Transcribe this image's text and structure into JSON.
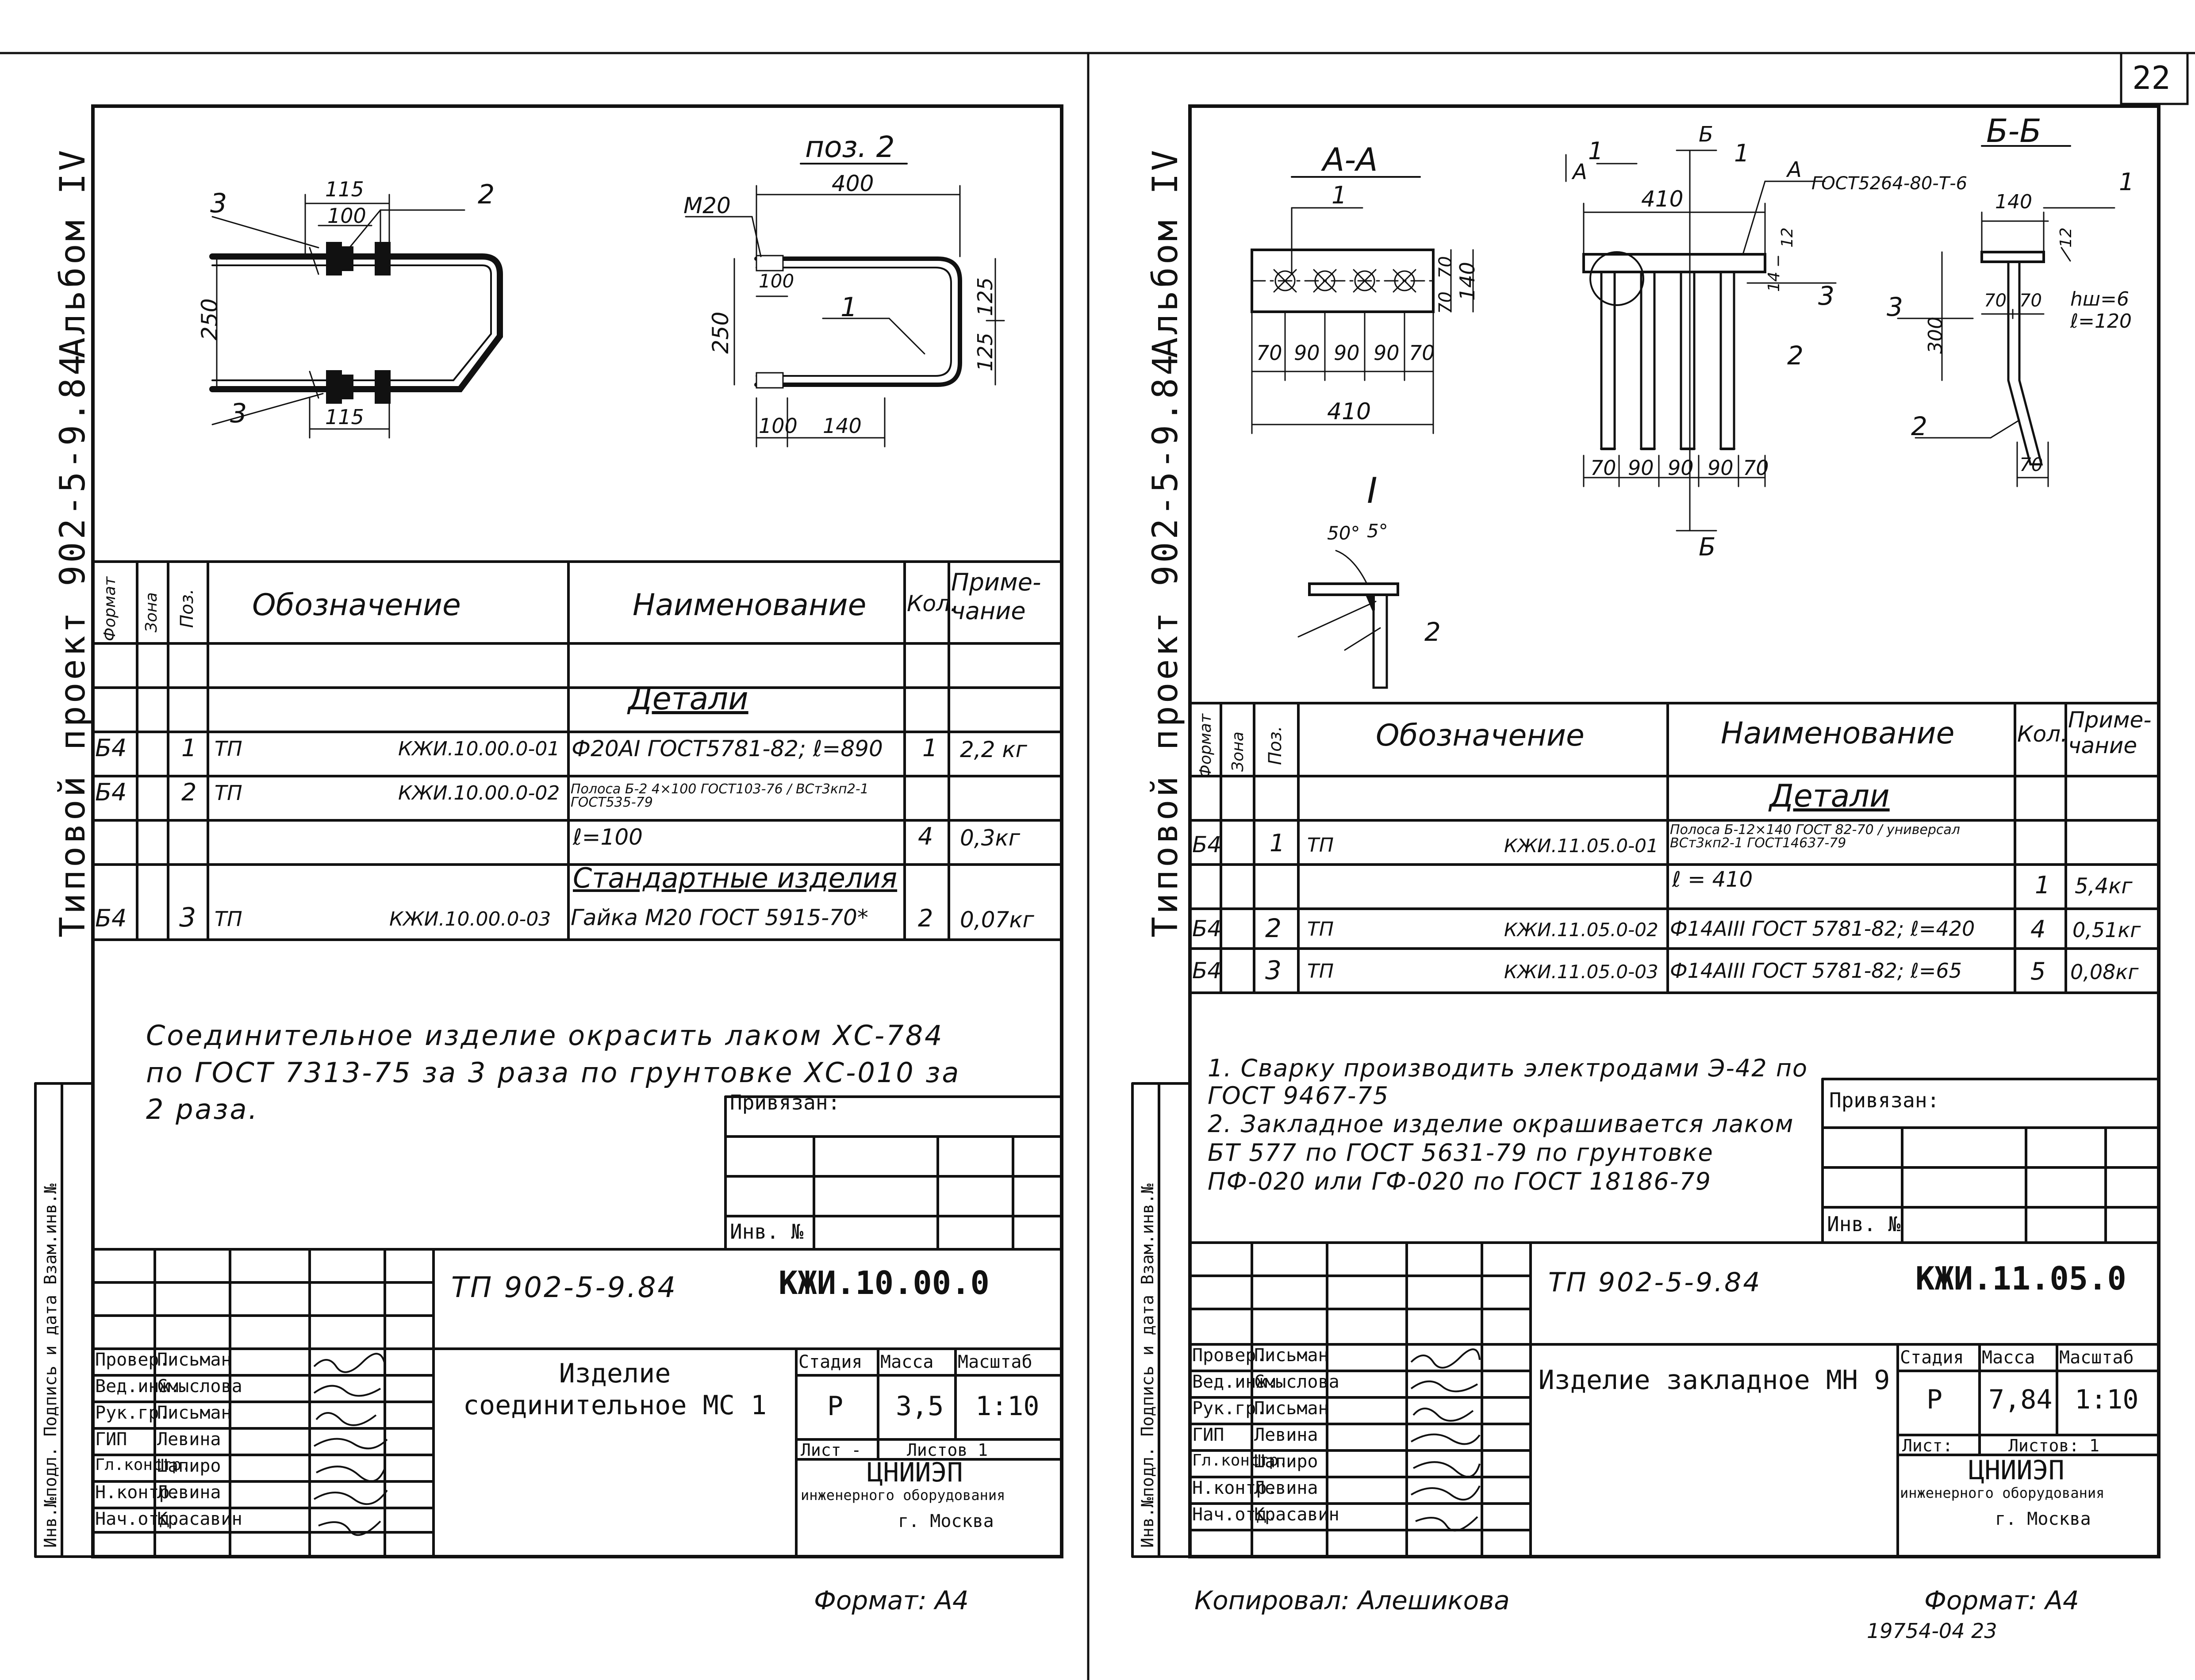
{
  "page_number": "22",
  "left": {
    "album": "Альбом IV",
    "project": "Типовой проект 902-5-9.84",
    "pos2_title": "поз. 2",
    "dims": {
      "d115a": "115",
      "d100": "100",
      "d250": "250",
      "d115b": "115",
      "p400": "400",
      "m20": "М20",
      "p100a": "100",
      "p250": "250",
      "p125a": "125",
      "p125b": "125",
      "p100b": "100",
      "p140": "140"
    },
    "callouts": {
      "c3a": "3",
      "c2": "2",
      "c3b": "3",
      "c1": "1"
    },
    "table": {
      "h_format": "Формат",
      "h_zone": "Зона",
      "h_pos": "Поз.",
      "h_designation": "Обозначение",
      "h_name": "Наименование",
      "h_qty": "Кол.",
      "h_note": "Приме-чание",
      "section_details": "Детали",
      "section_standard": "Стандартные изделия",
      "rows": [
        {
          "fmt": "Б4",
          "pos": "1",
          "tp": "ТП",
          "code": "КЖИ.10.00.0-01",
          "name": "Ф20АI ГОСТ5781-82; ℓ=890",
          "qty": "1",
          "note": "2,2 кг"
        },
        {
          "fmt": "Б4",
          "pos": "2",
          "tp": "ТП",
          "code": "КЖИ.10.00.0-02",
          "name": "Полоса Б-2 4×100 ГОСТ103-76 / ВСт3кп2-1 ГОСТ535-79",
          "qty": "",
          "note": ""
        },
        {
          "fmt": "",
          "pos": "",
          "tp": "",
          "code": "",
          "name": "ℓ=100",
          "qty": "4",
          "note": "0,3кг"
        },
        {
          "fmt": "Б4",
          "pos": "3",
          "tp": "ТП",
          "code": "КЖИ.10.00.0-03",
          "name": "Гайка М20 ГОСТ 5915-70*",
          "qty": "2",
          "note": "0,07кг"
        }
      ]
    },
    "note_text": "Соединительное изделие окрасить лаком ХС-784 по ГОСТ 7313-75 за 3 раза по грунтовке ХС-010 за 2 раза.",
    "privyazan": "Привязан:",
    "inv_no": "Инв. №",
    "side_stamp": "Инв.№подл. Подпись и дата Взам.инв.№",
    "title_code": "ТП 902-5-9.84",
    "doc_code": "КЖИ.10.00.0",
    "product_name": "Изделие соединительное МС 1",
    "stage_h": "Стадия",
    "mass_h": "Масса",
    "scale_h": "Масштаб",
    "stage": "Р",
    "mass": "3,5",
    "scale": "1:10",
    "sheet": "Лист -",
    "sheets": "Листов 1",
    "org1": "ЦНИИЭП",
    "org2": "инженерного оборудования",
    "org3": "г. Москва",
    "people": [
      {
        "role": "Провер.",
        "name": "Письман"
      },
      {
        "role": "Вед.инж.",
        "name": "Смыслова"
      },
      {
        "role": "Рук.гр.",
        "name": "Письман"
      },
      {
        "role": "ГИП",
        "name": "Левина"
      },
      {
        "role": "Гл.констр.",
        "name": "Шапиро"
      },
      {
        "role": "Н.контр.",
        "name": "Левина"
      },
      {
        "role": "Нач.отд.",
        "name": "Красавин"
      }
    ],
    "format": "Формат: А4"
  },
  "right": {
    "album": "Альбом IV",
    "project": "Типовой проект 902-5-9.84",
    "view_aa": "А-А",
    "view_bb": "Б-Б",
    "detail_i": "I",
    "gost_weld": "ГОСТ5264-80-Т-6",
    "dims": {
      "a70a": "70",
      "a90a": "90",
      "a90b": "90",
      "a90c": "90",
      "a70b": "70",
      "a410": "410",
      "a70v1": "70",
      "a70v2": "70",
      "a140v": "140",
      "m410": "410",
      "m12": "12",
      "m14": "14",
      "b70a": "70",
      "b90a": "90",
      "b90b": "90",
      "b90c": "90",
      "b70b": "70",
      "s140": "140",
      "s12": "12",
      "s300": "300",
      "s70a": "70",
      "s70b": "70",
      "s70c": "70",
      "hsh": "hш=6",
      "l120": "ℓ=120",
      "ang1": "50°",
      "ang2": "5°"
    },
    "callouts": {
      "r1a": "1",
      "r1b": "1",
      "r1c": "1",
      "r1d": "1",
      "r2a": "2",
      "r2b": "2",
      "r2c": "2",
      "r3a": "3",
      "r3b": "3",
      "rA1": "А",
      "rA2": "А",
      "rB1": "Б",
      "rB2": "Б"
    },
    "table": {
      "h_format": "Формат",
      "h_zone": "Зона",
      "h_pos": "Поз.",
      "h_designation": "Обозначение",
      "h_name": "Наименование",
      "h_qty": "Кол.",
      "h_note": "Приме-чание",
      "section_details": "Детали",
      "rows": [
        {
          "fmt": "Б4",
          "pos": "1",
          "tp": "ТП",
          "code": "КЖИ.11.05.0-01",
          "name": "Полоса Б-12×140 ГОСТ 82-70 / универсал ВСт3кп2-1 ГОСТ14637-79",
          "qty": "",
          "note": ""
        },
        {
          "fmt": "",
          "pos": "",
          "tp": "",
          "code": "",
          "name": "ℓ = 410",
          "qty": "1",
          "note": "5,4кг"
        },
        {
          "fmt": "Б4",
          "pos": "2",
          "tp": "ТП",
          "code": "КЖИ.11.05.0-02",
          "name": "Ф14АIII ГОСТ 5781-82; ℓ=420",
          "qty": "4",
          "note": "0,51кг"
        },
        {
          "fmt": "Б4",
          "pos": "3",
          "tp": "ТП",
          "code": "КЖИ.11.05.0-03",
          "name": "Ф14АIII ГОСТ 5781-82; ℓ=65",
          "qty": "5",
          "note": "0,08кг"
        }
      ]
    },
    "note1": "1. Сварку производить электродами Э-42 по ГОСТ 9467-75",
    "note2": "2. Закладное изделие окрашивается лаком БТ 577 по ГОСТ 5631-79 по грунтовке ПФ-020 или ГФ-020 по ГОСТ 18186-79",
    "privyazan": "Привязан:",
    "inv_no": "Инв. №",
    "side_stamp": "Инв.№подл. Подпись и дата Взам.инв.№",
    "title_code": "ТП 902-5-9.84",
    "doc_code": "КЖИ.11.05.0",
    "product_name": "Изделие закладное МН 9",
    "stage_h": "Стадия",
    "mass_h": "Масса",
    "scale_h": "Масштаб",
    "stage": "Р",
    "mass": "7,84",
    "scale": "1:10",
    "sheet": "Лист:",
    "sheets": "Листов: 1",
    "org1": "ЦНИИЭП",
    "org2": "инженерного оборудования",
    "org3": "г. Москва",
    "people": [
      {
        "role": "Провер.",
        "name": "Письман"
      },
      {
        "role": "Вед.инж.",
        "name": "Смыслова"
      },
      {
        "role": "Рук.гр.",
        "name": "Письман"
      },
      {
        "role": "ГИП",
        "name": "Левина"
      },
      {
        "role": "Гл.констр.",
        "name": "Шапиро"
      },
      {
        "role": "Н.контр.",
        "name": "Левина"
      },
      {
        "role": "Нач.отд.",
        "name": "Красавин"
      }
    ],
    "copied": "Копировал: Алешикова",
    "format": "Формат: А4",
    "archive": "19754-04 23"
  }
}
